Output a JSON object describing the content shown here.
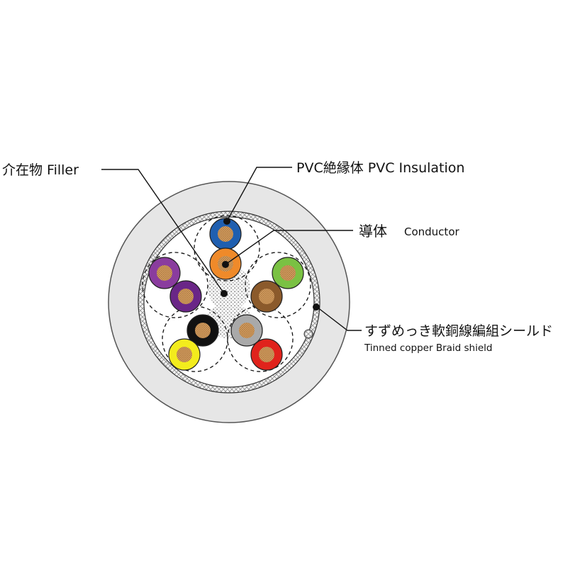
{
  "labels": {
    "filler": "介在物  Filler",
    "insulation": "PVC絶縁体   PVC Insulation",
    "conductor_jp": "導体",
    "conductor_en": "Conductor",
    "shield_jp": "すずめっき軟銅線編組シールド",
    "shield_en": "Tinned copper Braid shield"
  },
  "colors": {
    "sheath": "#e8e8e8",
    "outline": "#333333",
    "copper": "#d9a467",
    "copper_hatch": "#a8743d",
    "filler": "#b9b9b9"
  },
  "cores": [
    {
      "name": "blue",
      "color": "#1f5fb0"
    },
    {
      "name": "orange",
      "color": "#ef8a2a"
    },
    {
      "name": "purple-light",
      "color": "#8a3c9e"
    },
    {
      "name": "purple-dark",
      "color": "#6a2687"
    },
    {
      "name": "green",
      "color": "#7ac143"
    },
    {
      "name": "brown",
      "color": "#8b5a2b"
    },
    {
      "name": "black",
      "color": "#111111"
    },
    {
      "name": "yellow",
      "color": "#f3ec1d"
    },
    {
      "name": "grey",
      "color": "#a9a9a9"
    },
    {
      "name": "red",
      "color": "#e0231c"
    }
  ]
}
